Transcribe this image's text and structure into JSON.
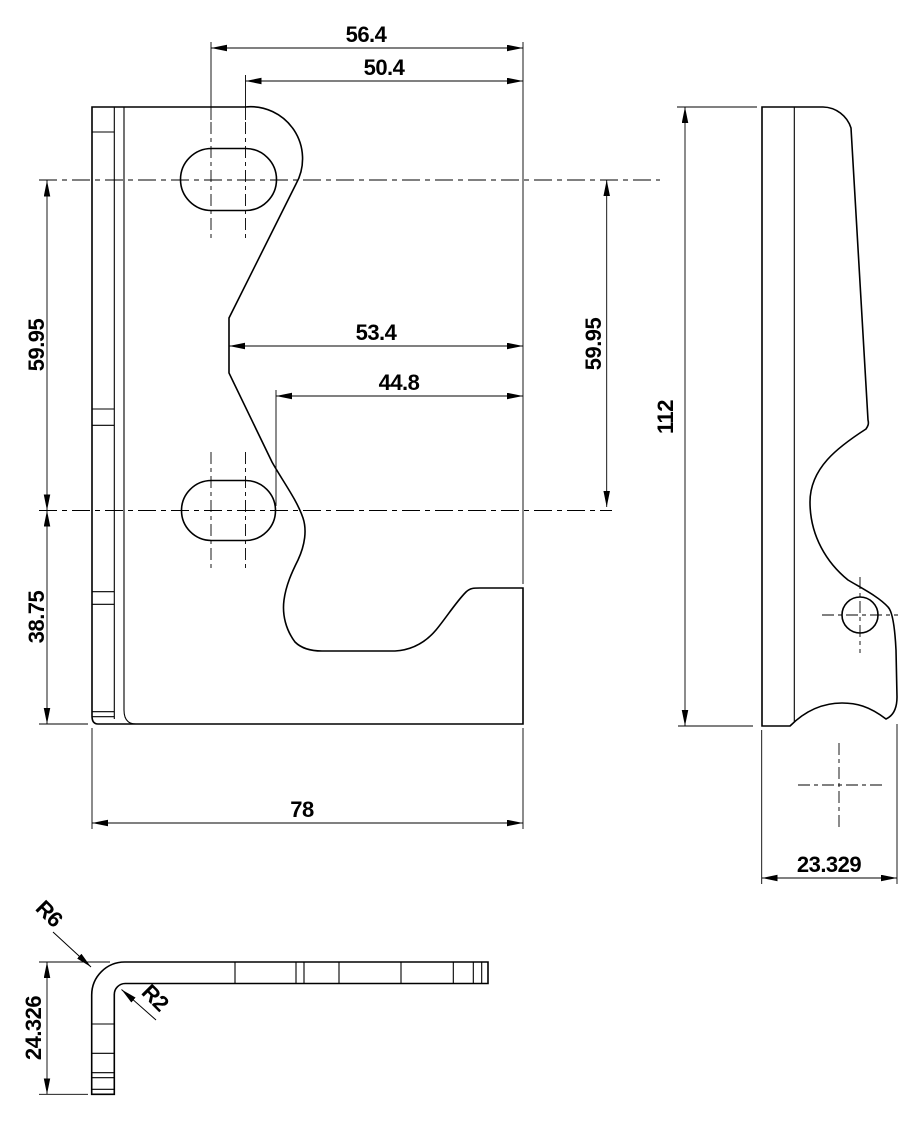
{
  "drawing": {
    "background": "#ffffff",
    "line_color": "#000000",
    "views": {
      "front_view": {
        "dimensions": {
          "slot_center_left_to_edge": "56.4",
          "slot_center_right_to_edge": "50.4",
          "notch_to_edge": "53.4",
          "slot_edge_to_edge": "44.8",
          "upper_height": "59.95",
          "lower_height": "38.75",
          "right_height": "59.95",
          "overall_width": "78"
        }
      },
      "side_view": {
        "dimensions": {
          "overall_height": "112",
          "flange_width": "23.329"
        }
      },
      "bottom_view": {
        "dimensions": {
          "leg_length": "24.326",
          "outer_bend_radius": "R6",
          "inner_bend_radius": "R2"
        }
      }
    }
  }
}
